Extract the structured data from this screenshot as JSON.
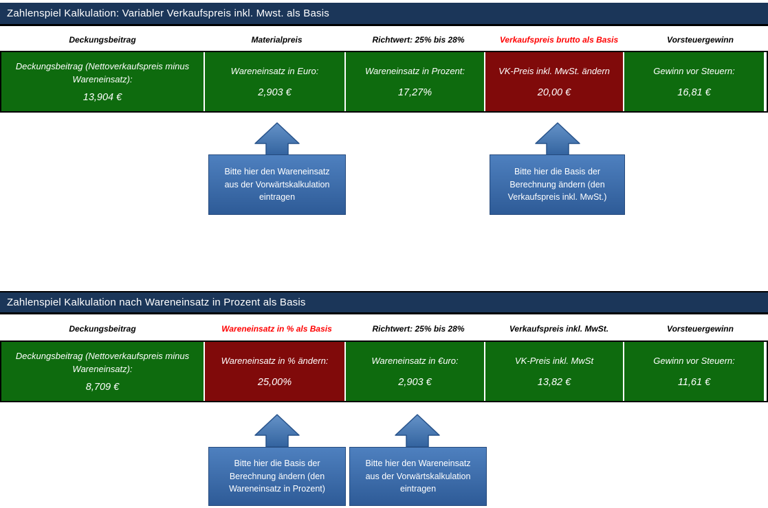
{
  "colors": {
    "title_bar": "#1B3659",
    "cell_green": "#0E6B0E",
    "cell_red": "#800A0A",
    "header_red": "#FF0000",
    "callout_top": "#4E80BF",
    "callout_bottom": "#2E5B97"
  },
  "sections": [
    {
      "title": "Zahlenspiel Kalkulation: Variabler Verkaufspreis inkl. Mwst. als Basis",
      "columns": [
        {
          "label": "Deckungsbeitrag",
          "accent": false
        },
        {
          "label": "Materialpreis",
          "accent": false
        },
        {
          "label": "Richtwert: 25% bis 28%",
          "accent": false
        },
        {
          "label": "Verkaufspreis brutto als Basis",
          "accent": true
        },
        {
          "label": "Vorsteuergewinn",
          "accent": false
        }
      ],
      "cells": [
        {
          "label": "Deckungsbeitrag (Nettoverkaufspreis minus Wareneinsatz):",
          "value": "13,904 €",
          "variant": "green"
        },
        {
          "label": "Wareneinsatz in Euro:",
          "value": "2,903 €",
          "variant": "green"
        },
        {
          "label": "Wareneinsatz in Prozent:",
          "value": "17,27%",
          "variant": "green"
        },
        {
          "label": "VK-Preis inkl. MwSt. ändern",
          "value": "20,00 €",
          "variant": "red"
        },
        {
          "label": "Gewinn vor Steuern:",
          "value": "16,81 €",
          "variant": "green"
        }
      ],
      "callouts": [
        {
          "text": "Bitte hier den Wareneinsatz aus der Vorwärtskalkulation eintragen"
        },
        {
          "text": "Bitte hier die Basis der Berechnung ändern (den Verkaufspreis inkl. MwSt.)"
        }
      ]
    },
    {
      "title": "Zahlenspiel Kalkulation nach Wareneinsatz in Prozent als Basis",
      "columns": [
        {
          "label": "Deckungsbeitrag",
          "accent": false
        },
        {
          "label": "Wareneinsatz in % als Basis",
          "accent": true
        },
        {
          "label": "Richtwert: 25% bis 28%",
          "accent": false
        },
        {
          "label": "Verkaufspreis inkl. MwSt.",
          "accent": false
        },
        {
          "label": "Vorsteuergewinn",
          "accent": false
        }
      ],
      "cells": [
        {
          "label": "Deckungsbeitrag (Nettoverkaufspreis minus Wareneinsatz):",
          "value": "8,709 €",
          "variant": "green"
        },
        {
          "label": "Wareneinsatz in % ändern:",
          "value": "25,00%",
          "variant": "red"
        },
        {
          "label": "Wareneinsatz in €uro:",
          "value": "2,903 €",
          "variant": "green"
        },
        {
          "label": "VK-Preis inkl. MwSt",
          "value": "13,82 €",
          "variant": "green"
        },
        {
          "label": "Gewinn vor Steuern:",
          "value": "11,61 €",
          "variant": "green"
        }
      ],
      "callouts": [
        {
          "text": "Bitte hier die Basis der Berechnung ändern (den Wareneinsatz in Prozent)"
        },
        {
          "text": "Bitte hier den Wareneinsatz aus der Vorwärtskalkulation eintragen"
        }
      ]
    }
  ]
}
